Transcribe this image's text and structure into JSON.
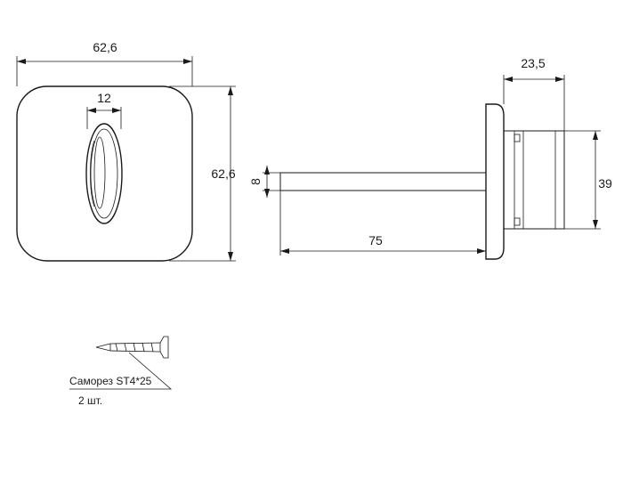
{
  "front_view": {
    "width_label": "62,6",
    "height_label": "62,6",
    "slot_label": "12"
  },
  "side_view": {
    "rod_diameter_label": "8",
    "rod_length_label": "75",
    "depth_label": "23,5",
    "knob_height_label": "39"
  },
  "screw_note": {
    "name": "Саморез ST4*25",
    "quantity": "2 шт."
  }
}
